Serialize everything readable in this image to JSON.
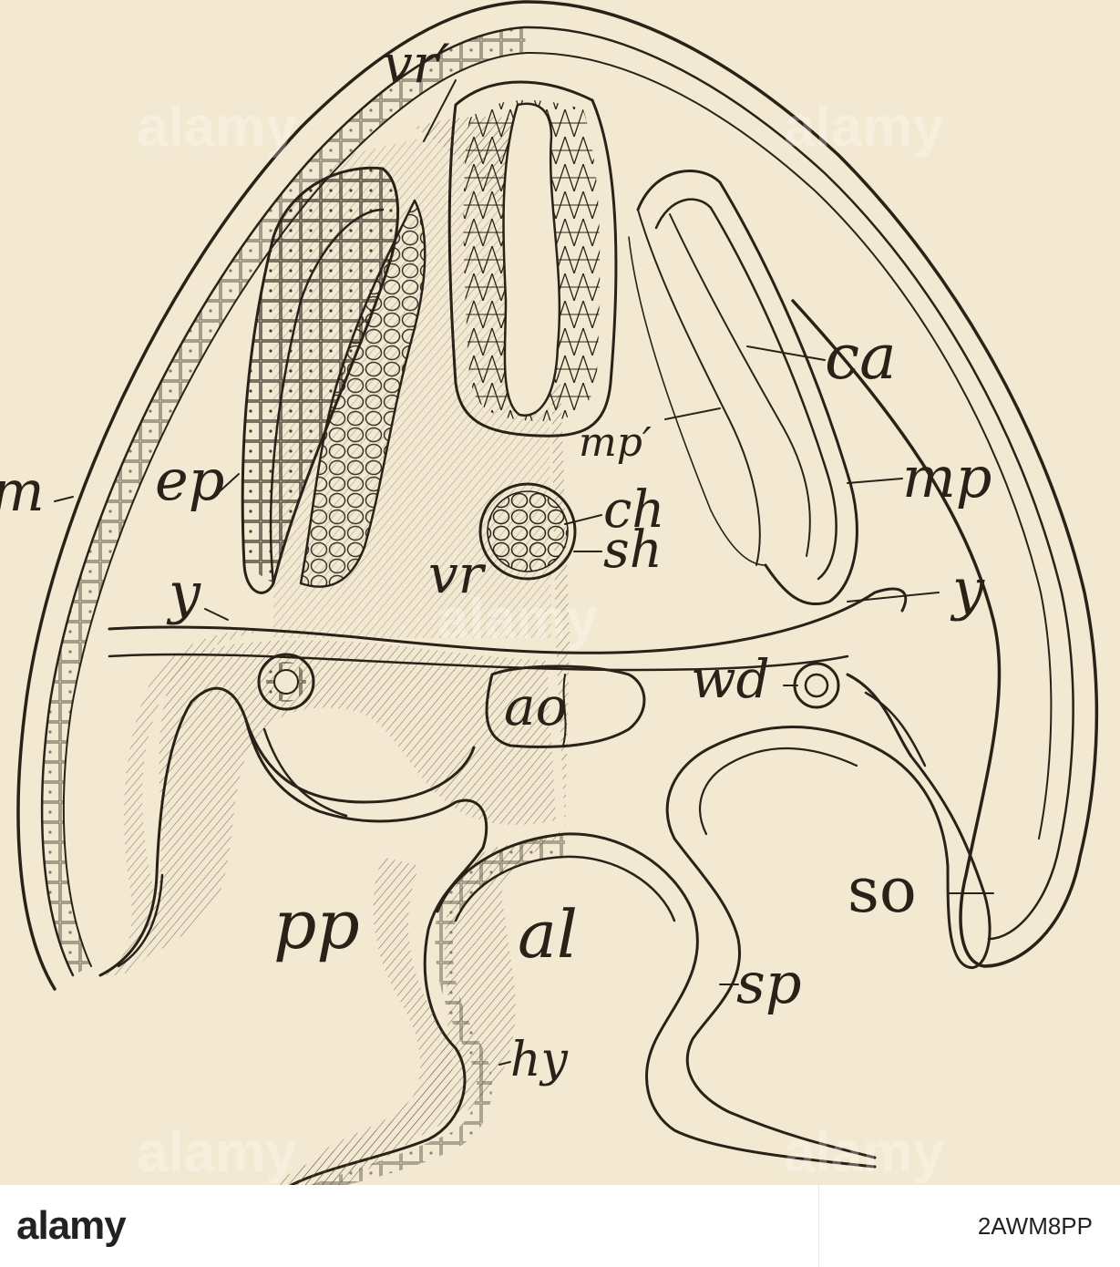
{
  "labels": {
    "vr_prime": "vr′",
    "vr": "vr",
    "ca": "ca",
    "mp_prime": "mp′",
    "mp": "mp",
    "ch": "ch",
    "sh": "sh",
    "m": "m",
    "ep": "ep",
    "y_left": "y",
    "y_right": "y",
    "wd": "wd",
    "ao": "ao",
    "pp": "pp",
    "al": "al",
    "so": "so",
    "sp": "sp",
    "hy": "hy"
  },
  "watermark": {
    "text": "alamy"
  },
  "footer": {
    "logo": "alamy",
    "image_id": "2AWM8PP"
  },
  "colors": {
    "paper": "#f3e9d2",
    "ink": "#2a2118",
    "footer_bg": "#ffffff"
  }
}
